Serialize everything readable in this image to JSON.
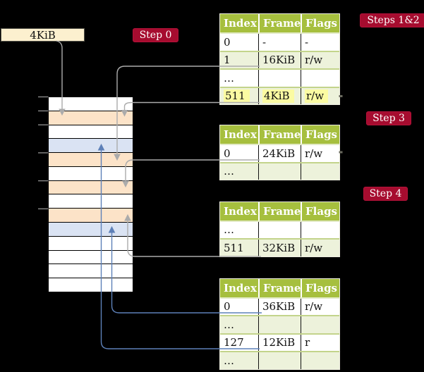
{
  "diagram": {
    "background": "#000000",
    "legend": {
      "label": "4KiB"
    },
    "badges": [
      {
        "label": "Step 0"
      },
      {
        "label": "Steps 1&2"
      },
      {
        "label": "Step 3"
      },
      {
        "label": "Step 4"
      }
    ],
    "memory_stack": {
      "frames": [
        {
          "type": "free"
        },
        {
          "type": "page_table"
        },
        {
          "type": "free"
        },
        {
          "type": "mapped_page"
        },
        {
          "type": "page_table"
        },
        {
          "type": "free"
        },
        {
          "type": "page_table"
        },
        {
          "type": "free"
        },
        {
          "type": "page_table"
        },
        {
          "type": "mapped_page"
        },
        {
          "type": "free"
        },
        {
          "type": "free"
        },
        {
          "type": "free"
        },
        {
          "type": "free"
        }
      ],
      "tick_boundaries": [
        0,
        1,
        2,
        4,
        6,
        8
      ]
    },
    "tables": [
      {
        "columns": [
          "Index",
          "Frame",
          "Flags"
        ],
        "rows": [
          [
            "0",
            "-",
            "-"
          ],
          [
            "1",
            "16KiB",
            "r/w"
          ],
          [
            "…",
            "",
            ""
          ],
          [
            "511",
            "4KiB",
            "r/w"
          ]
        ],
        "highlight_row": 3
      },
      {
        "columns": [
          "Index",
          "Frame",
          "Flags"
        ],
        "rows": [
          [
            "0",
            "24KiB",
            "r/w"
          ],
          [
            "…",
            "",
            ""
          ]
        ],
        "highlight_row": -1
      },
      {
        "columns": [
          "Index",
          "Frame",
          "Flags"
        ],
        "rows": [
          [
            "…",
            "",
            ""
          ],
          [
            "511",
            "32KiB",
            "r/w"
          ]
        ],
        "highlight_row": -1
      },
      {
        "columns": [
          "Index",
          "Frame",
          "Flags"
        ],
        "rows": [
          [
            "0",
            "36KiB",
            "r/w"
          ],
          [
            "…",
            "",
            ""
          ],
          [
            "127",
            "12KiB",
            "r"
          ],
          [
            "…",
            "",
            ""
          ]
        ],
        "highlight_row": -1
      }
    ],
    "connectors": [
      {
        "from": "legend-4kib-box",
        "to": "memory-frame-1",
        "color": "gray"
      },
      {
        "from": "table-1-row-1",
        "to": "memory-frame-4",
        "color": "gray"
      },
      {
        "from": "table-1-row-511",
        "to": "memory-frame-1",
        "color": "gray"
      },
      {
        "from": "table-2-row-0",
        "to": "memory-frame-6",
        "color": "gray"
      },
      {
        "from": "table-3-row-511",
        "to": "memory-frame-8",
        "color": "gray"
      },
      {
        "from": "table-4-row-0",
        "to": "memory-frame-9",
        "color": "blue"
      },
      {
        "from": "table-4-row-127",
        "to": "memory-frame-3",
        "color": "blue"
      }
    ],
    "colors": {
      "table_header_bg": "#a6bf3e",
      "table_row_alt_bg": "#edf2db",
      "table_grid": "#c3d48b",
      "highlight_yellow": "#fbfba2",
      "frame_page_table": "#fce3c8",
      "frame_mapped_page": "#dae3f3",
      "frame_free": "#ffffff",
      "legend_bg": "#fcf0cf",
      "badge_bg": "#a60c2f",
      "line_gray": "#ababab",
      "line_blue": "#5d80b8",
      "tick_gray": "#8a8a8a"
    }
  }
}
